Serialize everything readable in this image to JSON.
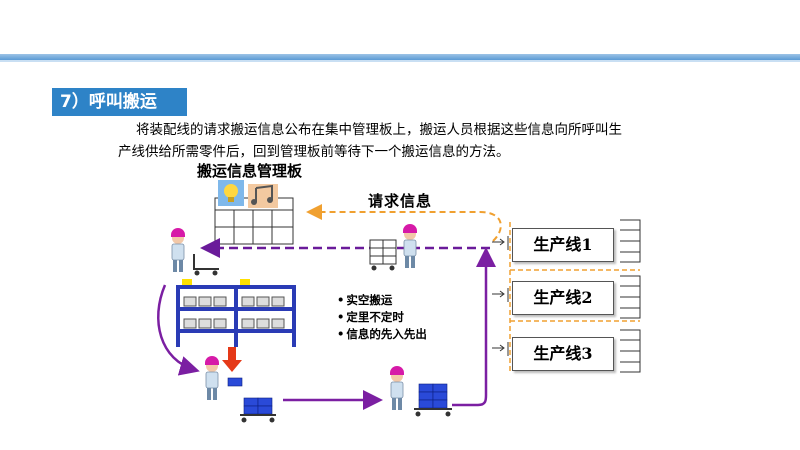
{
  "section_title": "7）呼叫搬运",
  "description": {
    "line1": "将装配线的请求搬运信息公布在集中管理板上，搬运人员根据这些信息向所呼叫生",
    "line2": "产线供给所需零件后，回到管理板前等待下一个搬运信息的方法。"
  },
  "board_title": "搬运信息管理板",
  "request_label": "请求信息",
  "bullets": [
    "实空搬运",
    "定里不定时",
    "信息的先入先出"
  ],
  "production_lines": [
    "生产线1",
    "生产线2",
    "生产线3"
  ],
  "icons": {
    "bulb": "lightbulb-icon",
    "music": "music-note-icon",
    "worker": "worker-icon",
    "cart": "cart-icon",
    "shelf": "shelf-icon",
    "board": "management-board-icon"
  },
  "colors": {
    "title_bg": "#2e83c7",
    "purple": "#7b1fa2",
    "dashed_orange": "#f0a030",
    "dashed_purple": "#6a1b9a",
    "shelf_frame": "#2a3bb5",
    "box_blue": "#2a4ad8",
    "arrow_red": "#e53918"
  }
}
